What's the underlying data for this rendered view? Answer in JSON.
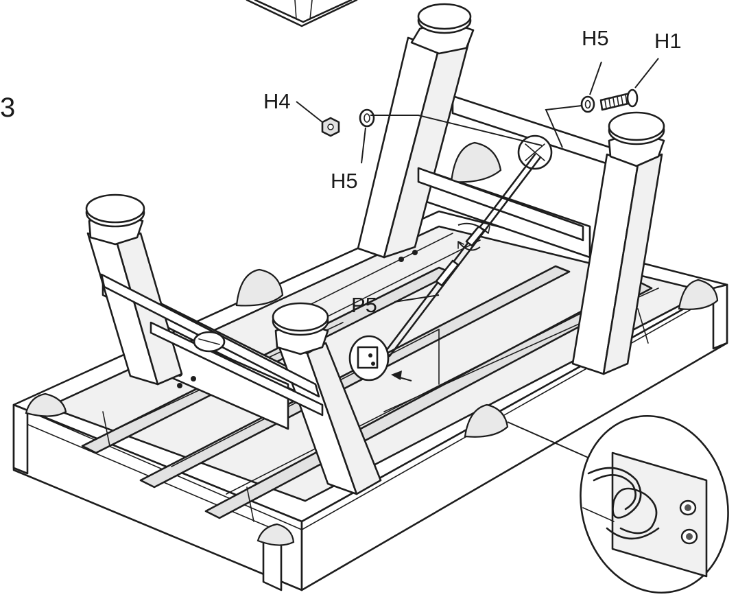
{
  "diagram": {
    "step_number": "3",
    "parts": {
      "h4": "H4",
      "h5_washer_left": "H5",
      "h5_washer_right": "H5",
      "h1_bolt": "H1",
      "p5_bar": "P5"
    }
  }
}
